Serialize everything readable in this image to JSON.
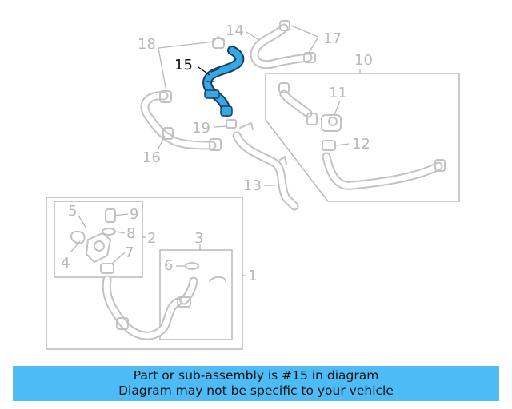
{
  "callouts": {
    "c1": "1",
    "c2": "2",
    "c3": "3",
    "c4": "4",
    "c5": "5",
    "c6": "6",
    "c7": "7",
    "c8": "8",
    "c9": "9",
    "c10": "10",
    "c11": "11",
    "c12": "12",
    "c13": "13",
    "c14": "14",
    "c15": "15",
    "c16": "16",
    "c17": "17",
    "c18": "18",
    "c19": "19"
  },
  "highlight_part": "15",
  "colors": {
    "highlight_fill": "#35a9e6",
    "highlight_edge": "#1a3d5c",
    "part_line": "#c2c2c2",
    "banner_bg": "#4dbbf5"
  },
  "banner": {
    "line1": "Part or sub-assembly is #15 in diagram",
    "line2": "Diagram may not be specific to your vehicle"
  }
}
